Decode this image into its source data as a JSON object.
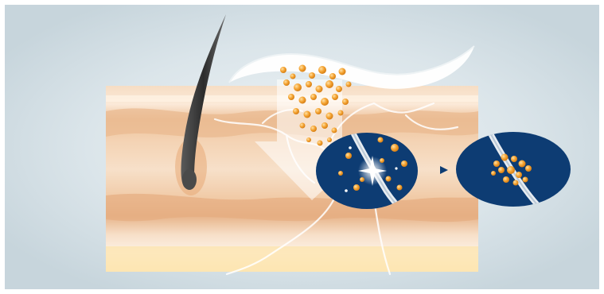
{
  "figure": {
    "panels": [
      {
        "name": "skin-cross-section",
        "contains": [
          "hair-icon",
          "cream-wave",
          "absorption-arrow",
          "skin-layers",
          "nerve-fibers"
        ]
      },
      {
        "name": "zoom-circle-before",
        "contains": [
          "nerve-fiber",
          "active-particles",
          "reaction-burst"
        ]
      },
      {
        "name": "zoom-circle-after",
        "contains": [
          "nerve-fiber",
          "clustered-particles"
        ]
      }
    ],
    "colors": {
      "background": "#c9d6dd",
      "vignette": "#e4ebee",
      "skin_top": "#f3d8bc",
      "skin_mid": "#e8b98c",
      "skin_deep": "#f6dcc3",
      "subcutis": "#fbe7b5",
      "hair": "#3a3a3a",
      "particle": "#f0a030",
      "circle_fill": "#0b3b73",
      "nerve": "#ffffff"
    }
  }
}
